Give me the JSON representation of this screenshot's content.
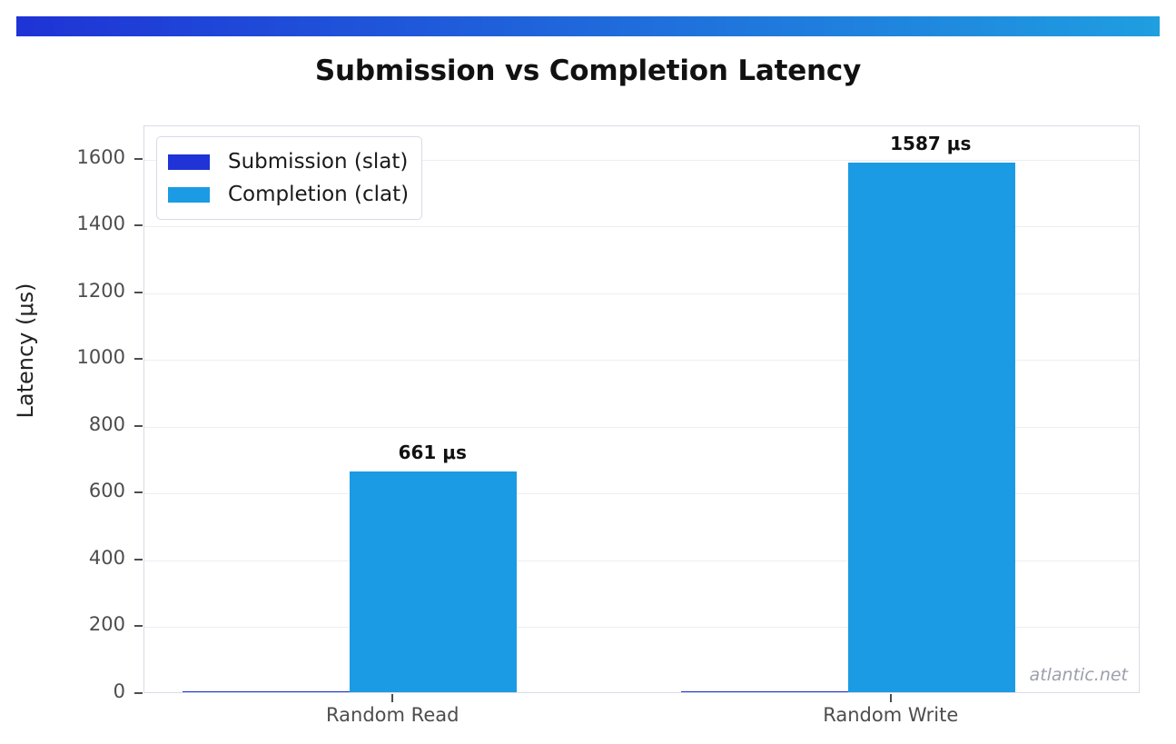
{
  "brand": {
    "gradient_start": "#1f33d6",
    "gradient_end": "#1f9ee0",
    "watermark": "atlantic.net"
  },
  "legend": {
    "position": "upper-left",
    "entries": [
      {
        "label": "Submission (slat)",
        "color": "#1f33d6"
      },
      {
        "label": "Completion (clat)",
        "color": "#1b9be4"
      }
    ]
  },
  "chart_data": {
    "type": "bar",
    "title": "Submission vs Completion Latency",
    "xlabel": "",
    "ylabel": "Latency (μs)",
    "categories": [
      "Random Read",
      "Random Write"
    ],
    "series": [
      {
        "name": "Submission (slat)",
        "color": "#1f33d6",
        "values": [
          1,
          2
        ]
      },
      {
        "name": "Completion (clat)",
        "color": "#1b9be4",
        "values": [
          661,
          1587
        ]
      }
    ],
    "value_labels": [
      "661 μs",
      "1587 μs"
    ],
    "ylim": [
      0,
      1700
    ],
    "yticks": [
      0,
      200,
      400,
      600,
      800,
      1000,
      1200,
      1400,
      1600
    ],
    "ytick_labels": [
      "0",
      "200",
      "400",
      "600",
      "800",
      "1000",
      "1200",
      "1400",
      "1600"
    ],
    "grid": true,
    "grid_axis": "y",
    "legend_position": "upper left"
  }
}
